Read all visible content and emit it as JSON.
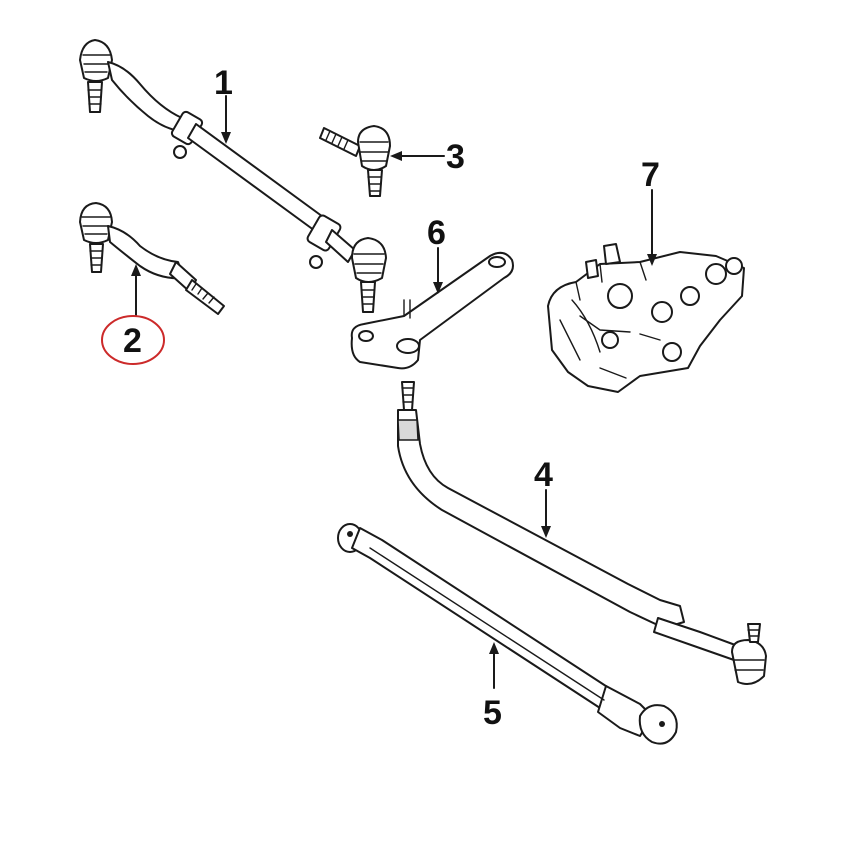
{
  "colors": {
    "ink": "#1a1a1a",
    "background": "#ffffff",
    "highlight_circle": "#cc2a2a"
  },
  "callouts": [
    {
      "id": "1",
      "label": "1"
    },
    {
      "id": "2",
      "label": "2",
      "highlighted": true
    },
    {
      "id": "3",
      "label": "3"
    },
    {
      "id": "4",
      "label": "4"
    },
    {
      "id": "5",
      "label": "5"
    },
    {
      "id": "6",
      "label": "6"
    },
    {
      "id": "7",
      "label": "7"
    }
  ]
}
